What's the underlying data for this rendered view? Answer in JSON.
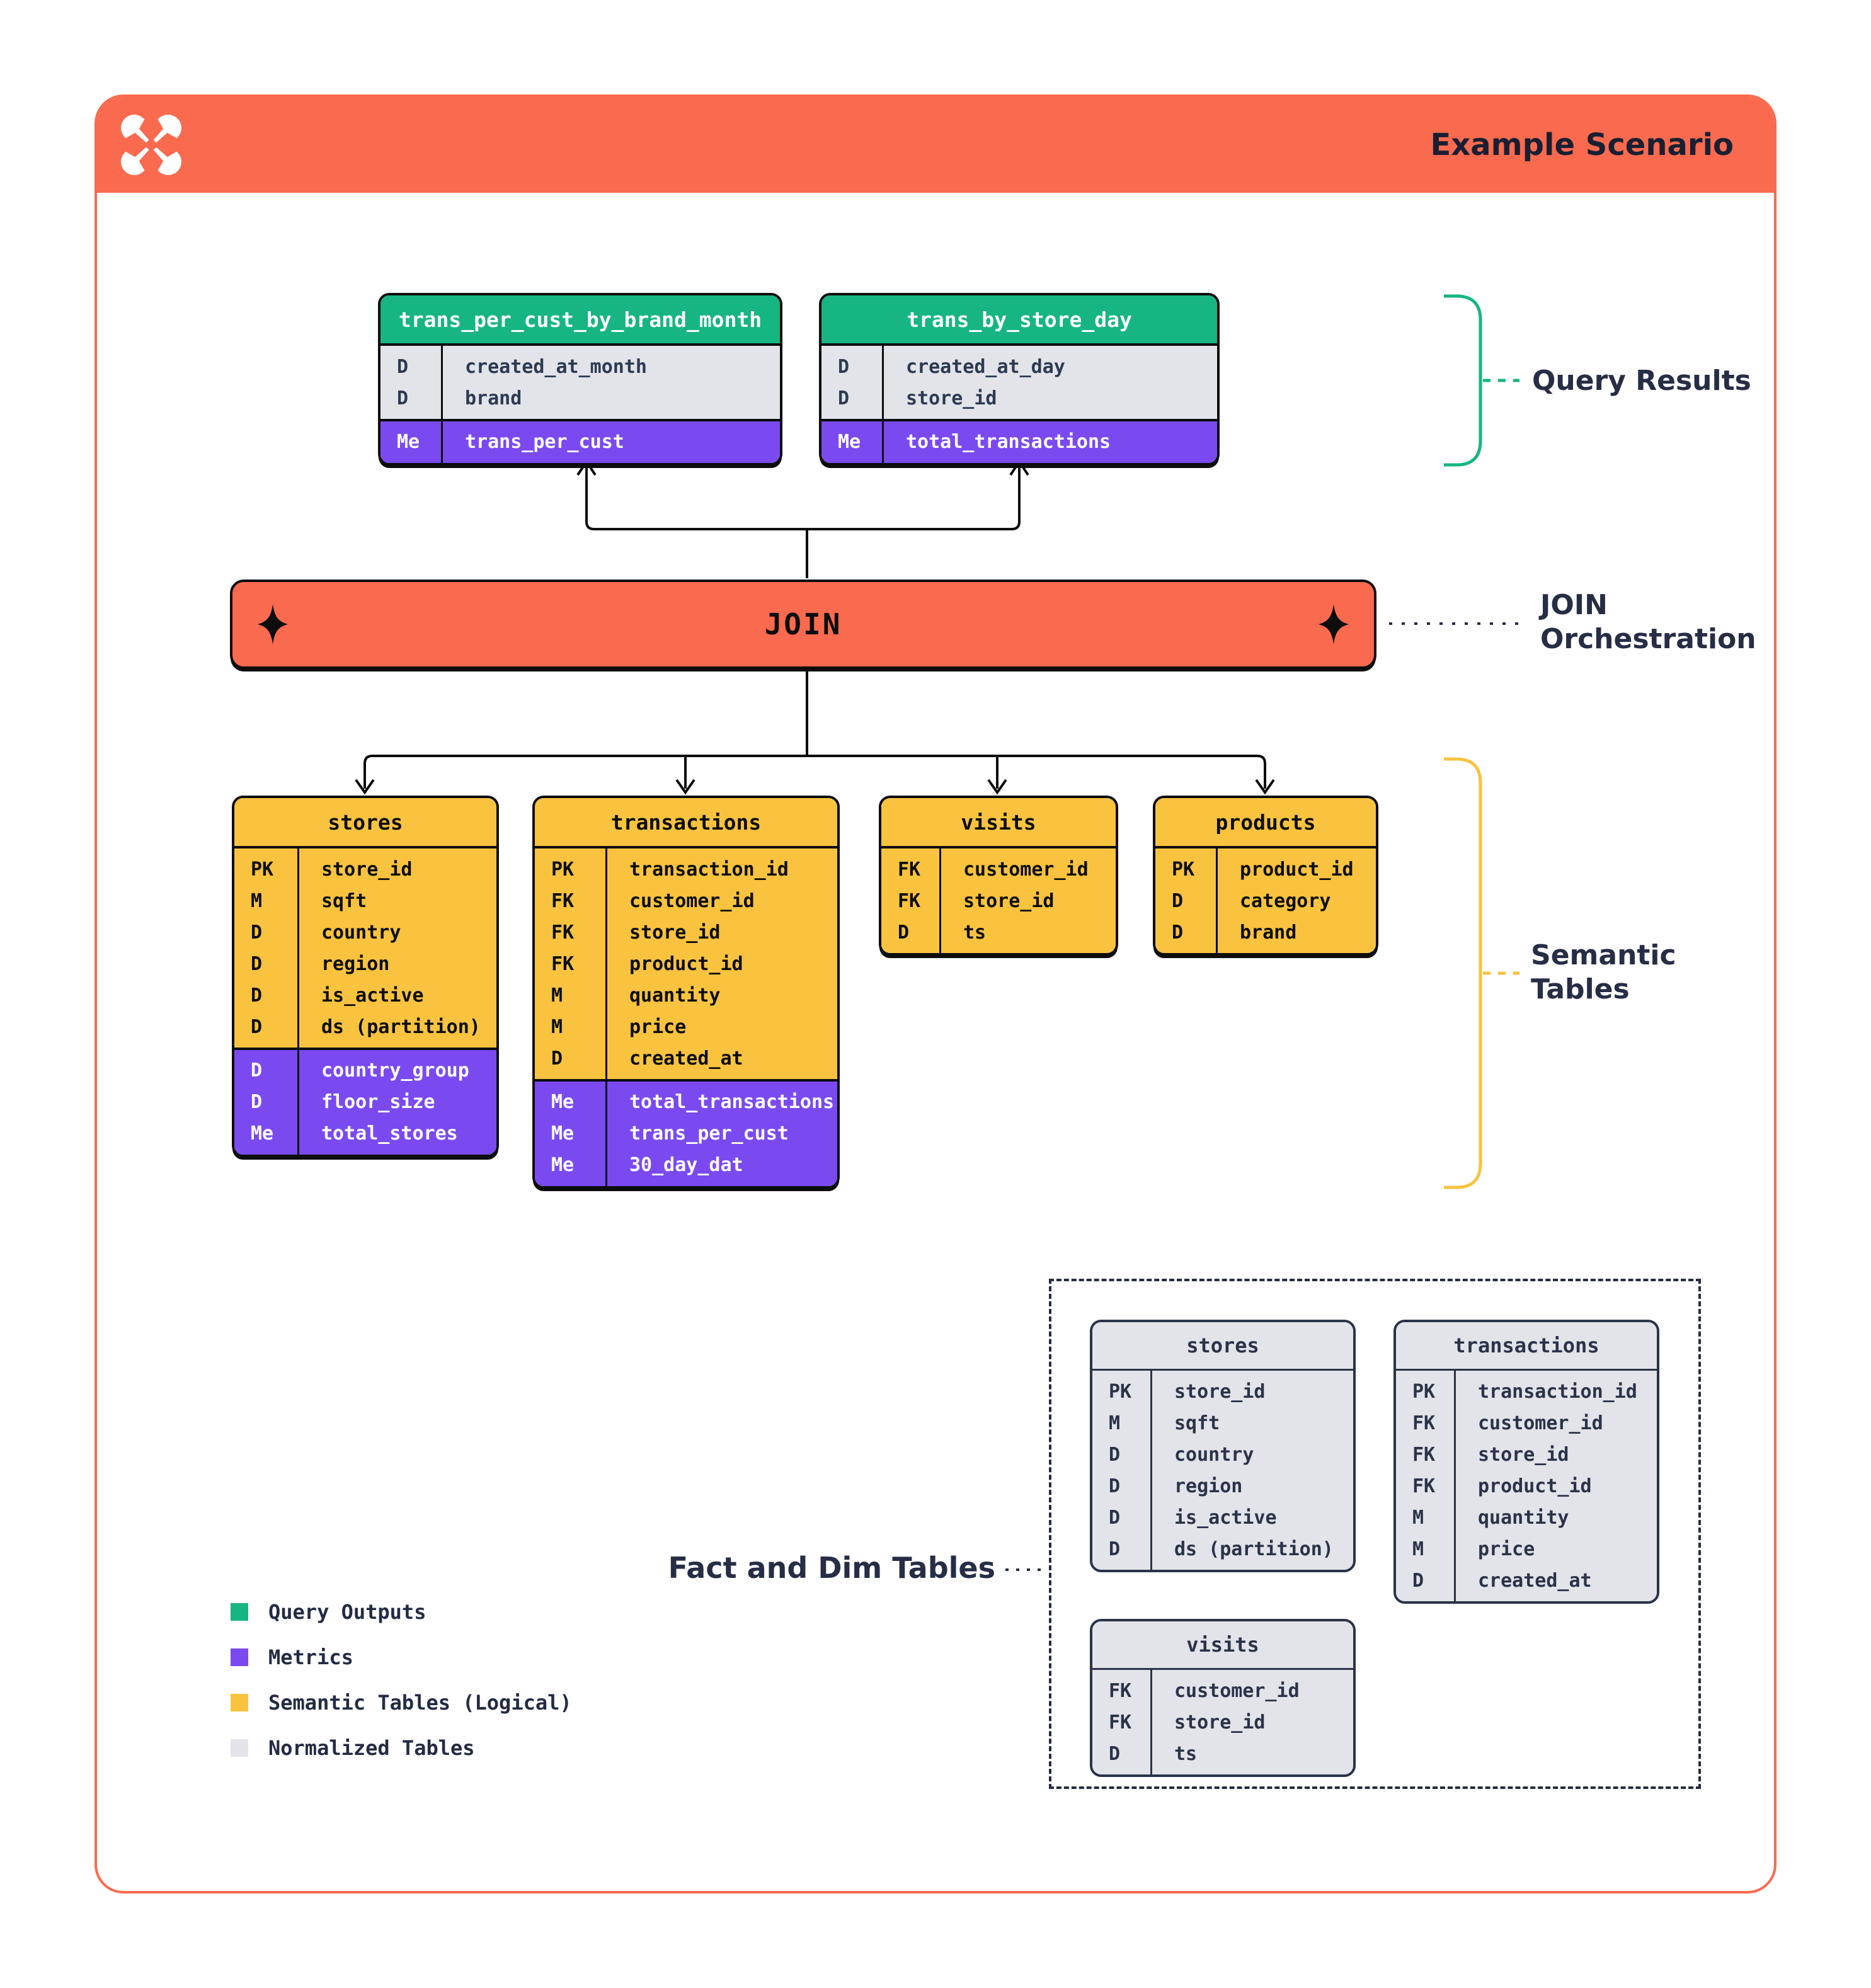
{
  "header": {
    "title": "Example Scenario"
  },
  "join_bar": {
    "label": "JOIN"
  },
  "annotations": {
    "query_results": "Query Results",
    "join_line1": "JOIN",
    "join_line2": "Orchestration",
    "semantic_line1": "Semantic",
    "semantic_line2": "Tables",
    "fact_dim": "Fact and Dim Tables"
  },
  "query_tables": [
    {
      "title": "trans_per_cust_by_brand_month",
      "dims": [
        {
          "key": "D",
          "name": "created_at_month"
        },
        {
          "key": "D",
          "name": "brand"
        }
      ],
      "metrics": [
        {
          "key": "Me",
          "name": "trans_per_cust"
        }
      ]
    },
    {
      "title": "trans_by_store_day",
      "dims": [
        {
          "key": "D",
          "name": "created_at_day"
        },
        {
          "key": "D",
          "name": "store_id"
        }
      ],
      "metrics": [
        {
          "key": "Me",
          "name": "total_transactions"
        }
      ]
    }
  ],
  "semantic_tables": [
    {
      "title": "stores",
      "dims": [
        {
          "key": "PK",
          "name": "store_id"
        },
        {
          "key": "M",
          "name": "sqft"
        },
        {
          "key": "D",
          "name": "country"
        },
        {
          "key": "D",
          "name": "region"
        },
        {
          "key": "D",
          "name": "is_active"
        },
        {
          "key": "D",
          "name": "ds (partition)"
        }
      ],
      "metrics": [
        {
          "key": "D",
          "name": "country_group"
        },
        {
          "key": "D",
          "name": "floor_size"
        },
        {
          "key": "Me",
          "name": "total_stores"
        }
      ]
    },
    {
      "title": "transactions",
      "dims": [
        {
          "key": "PK",
          "name": "transaction_id"
        },
        {
          "key": "FK",
          "name": "customer_id"
        },
        {
          "key": "FK",
          "name": "store_id"
        },
        {
          "key": "FK",
          "name": "product_id"
        },
        {
          "key": "M",
          "name": "quantity"
        },
        {
          "key": "M",
          "name": "price"
        },
        {
          "key": "D",
          "name": "created_at"
        }
      ],
      "metrics": [
        {
          "key": "Me",
          "name": "total_transactions"
        },
        {
          "key": "Me",
          "name": "trans_per_cust"
        },
        {
          "key": "Me",
          "name": "30_day_dat"
        }
      ]
    },
    {
      "title": "visits",
      "dims": [
        {
          "key": "FK",
          "name": "customer_id"
        },
        {
          "key": "FK",
          "name": "store_id"
        },
        {
          "key": "D",
          "name": "ts"
        }
      ],
      "metrics": []
    },
    {
      "title": "products",
      "dims": [
        {
          "key": "PK",
          "name": "product_id"
        },
        {
          "key": "D",
          "name": "category"
        },
        {
          "key": "D",
          "name": "brand"
        }
      ],
      "metrics": []
    }
  ],
  "normalized_tables": [
    {
      "title": "stores",
      "dims": [
        {
          "key": "PK",
          "name": "store_id"
        },
        {
          "key": "M",
          "name": "sqft"
        },
        {
          "key": "D",
          "name": "country"
        },
        {
          "key": "D",
          "name": "region"
        },
        {
          "key": "D",
          "name": "is_active"
        },
        {
          "key": "D",
          "name": "ds (partition)"
        }
      ]
    },
    {
      "title": "transactions",
      "dims": [
        {
          "key": "PK",
          "name": "transaction_id"
        },
        {
          "key": "FK",
          "name": "customer_id"
        },
        {
          "key": "FK",
          "name": "store_id"
        },
        {
          "key": "FK",
          "name": "product_id"
        },
        {
          "key": "M",
          "name": "quantity"
        },
        {
          "key": "M",
          "name": "price"
        },
        {
          "key": "D",
          "name": "created_at"
        }
      ]
    },
    {
      "title": "visits",
      "dims": [
        {
          "key": "FK",
          "name": "customer_id"
        },
        {
          "key": "FK",
          "name": "store_id"
        },
        {
          "key": "D",
          "name": "ts"
        }
      ]
    }
  ],
  "legend": {
    "items": [
      {
        "color": "#16B583",
        "label": "Query Outputs"
      },
      {
        "color": "#7A4AF0",
        "label": "Metrics"
      },
      {
        "color": "#F9C33F",
        "label": "Semantic Tables (Logical)"
      },
      {
        "color": "#E2E4E9",
        "label": "Normalized Tables"
      }
    ]
  },
  "colors": {
    "orange": "#FA6A4E",
    "green": "#16B583",
    "purple": "#7A4AF0",
    "yellow": "#F9C33F",
    "gray": "#E2E4E9",
    "navy": "#262D45",
    "black": "#0D0D0D"
  }
}
